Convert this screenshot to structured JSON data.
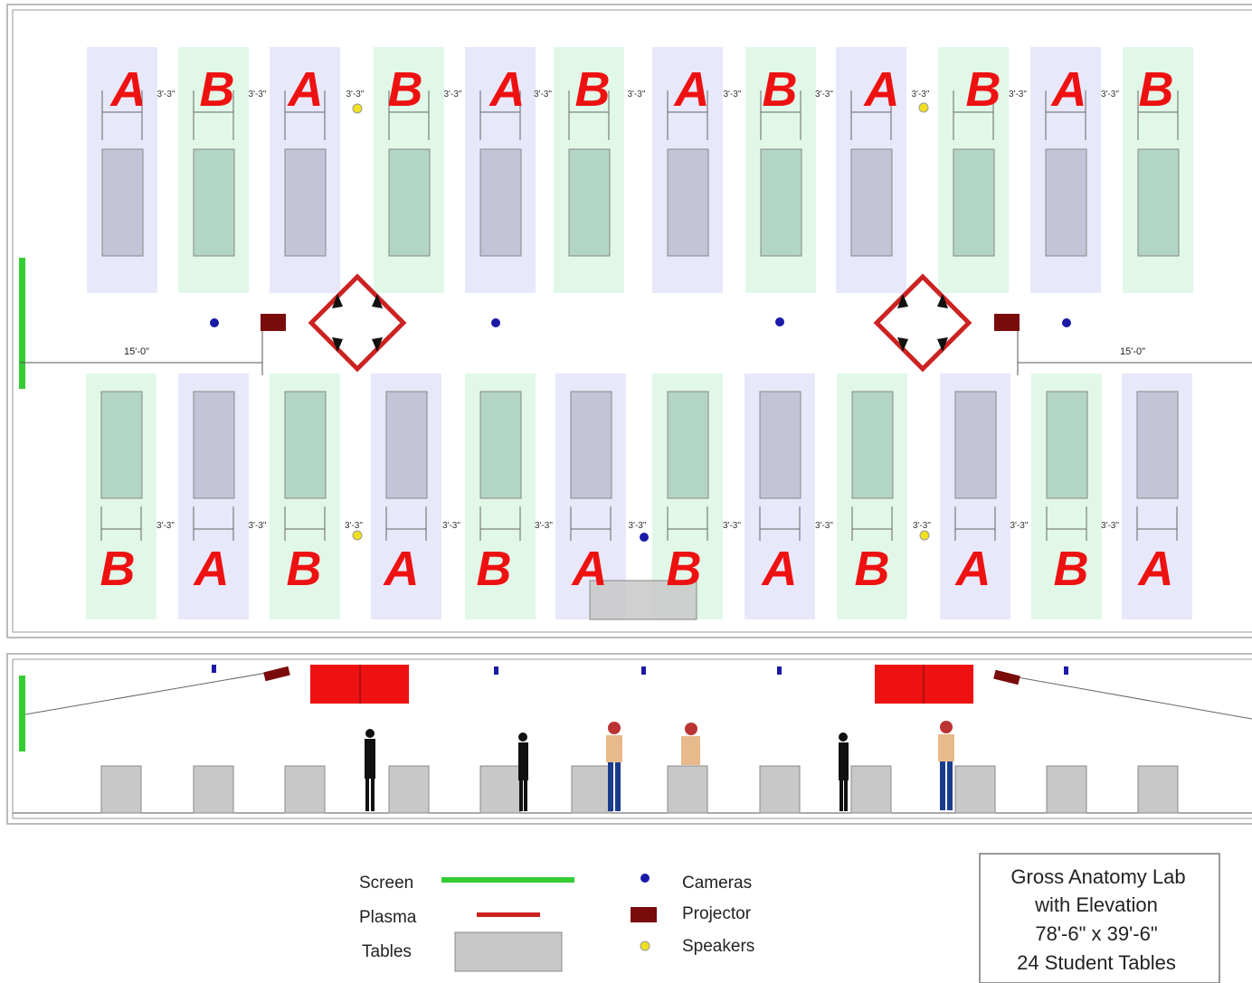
{
  "plan": {
    "top_row_labels": [
      "A",
      "B",
      "A",
      "B",
      "A",
      "B",
      "A",
      "B",
      "A",
      "B",
      "A",
      "B"
    ],
    "bottom_row_labels": [
      "B",
      "A",
      "B",
      "A",
      "B",
      "A",
      "B",
      "A",
      "B",
      "A",
      "B",
      "A"
    ],
    "spacing_label": "3'-3\"",
    "clearance_label": "15'-0\""
  },
  "legend": {
    "screen": "Screen",
    "plasma": "Plasma",
    "tables": "Tables",
    "cameras": "Cameras",
    "projector": "Projector",
    "speakers": "Speakers"
  },
  "info_box": {
    "line1": "Gross Anatomy Lab",
    "line2": "with Elevation",
    "line3": "78'-6\" x 39'-6\"",
    "line4": "24 Student Tables"
  },
  "colors": {
    "group_a": "#e8e8fb",
    "group_b": "#e1f8e9",
    "table_a": "#c4c4d8",
    "table_b": "#b3d5c5",
    "label": "#ee1111",
    "screen": "#33cc33",
    "plasma": "#cc2222",
    "projector": "#7a0b0b",
    "camera": "#1a1aa8",
    "speaker": "#f0e020"
  }
}
